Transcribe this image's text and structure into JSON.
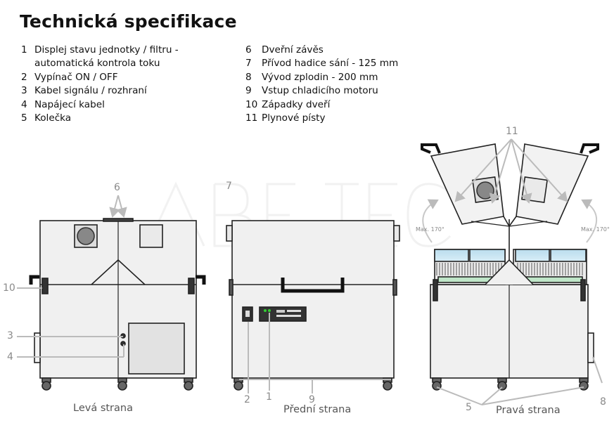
{
  "title": "Technická specifikace",
  "legend_left": [
    {
      "num": "1",
      "lines": [
        "Displej stavu jednotky / filtru -",
        "automatická kontrola toku"
      ]
    },
    {
      "num": "2",
      "lines": [
        "Vypínač ON / OFF"
      ]
    },
    {
      "num": "3",
      "lines": [
        "Kabel signálu / rozhraní"
      ]
    },
    {
      "num": "4",
      "lines": [
        "Napájecí kabel"
      ]
    },
    {
      "num": "5",
      "lines": [
        "Kolečka"
      ]
    }
  ],
  "legend_right": [
    {
      "num": "6",
      "lines": [
        "Dveřní závěs"
      ]
    },
    {
      "num": "7",
      "lines": [
        "Přívod hadice sání - 125 mm"
      ]
    },
    {
      "num": "8",
      "lines": [
        "Vývod zplodin - 200 mm"
      ]
    },
    {
      "num": "9",
      "lines": [
        "Vstup chladicího motoru"
      ]
    },
    {
      "num": "10",
      "lines": [
        "Západky dveří"
      ]
    },
    {
      "num": "11",
      "lines": [
        "Plynové písty"
      ]
    }
  ],
  "captions": {
    "left": "Levá strana",
    "front": "Přední strana",
    "right": "Pravá strana"
  },
  "callouts": {
    "c6": "6",
    "c10": "10",
    "c3": "3",
    "c4": "4",
    "c7": "7",
    "c2": "2",
    "c1": "1",
    "c9": "9",
    "c11": "11",
    "c5": "5",
    "c8": "8"
  },
  "angle_labels": {
    "left": "Max. 170°",
    "right": "Max. 170°"
  },
  "watermark": "ABE.TEC"
}
